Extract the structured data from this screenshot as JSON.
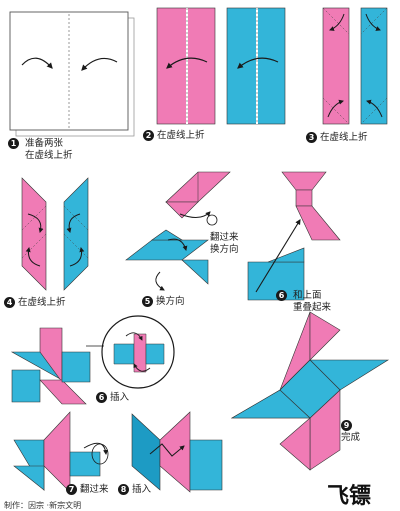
{
  "title": "飞镖",
  "credit": "制作：因宗 ·新宗文明",
  "colors": {
    "pink": "#f07bb5",
    "blue": "#33b5d9",
    "blue_dark": "#1d9bc4",
    "line": "#1a1a1a",
    "paper": "#ffffff"
  },
  "steps": [
    {
      "number": "1",
      "text": "准备两张\n在虚线上折"
    },
    {
      "number": "2",
      "text": "在虚线上折"
    },
    {
      "number": "3",
      "text": "在虚线上折"
    },
    {
      "number": "4",
      "text": "在虚线上折"
    },
    {
      "number": "5",
      "text": "换方向"
    },
    {
      "number": "6",
      "text": "和上面\n重叠起来"
    },
    {
      "number": "6",
      "text": "插入"
    },
    {
      "number": "7",
      "text": "翻过来"
    },
    {
      "number": "8",
      "text": "插入"
    },
    {
      "number": "9",
      "text": "完成"
    }
  ],
  "notes": {
    "flip_turn": "翻过来\n换方向"
  }
}
